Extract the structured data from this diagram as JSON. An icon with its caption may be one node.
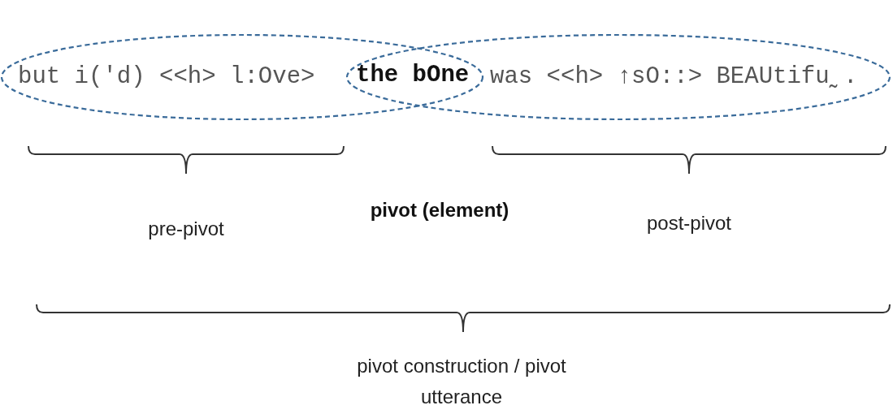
{
  "diagram": {
    "nodes": [
      {
        "text": [
          "but i('d) <<h> l:Ove>"
        ]
      },
      {
        "text": [
          "was <<h> ↑sO::> BEAUtifu˷."
        ]
      }
    ],
    "edges": [],
    "labels": [
      "the bOne",
      "pre-pivot",
      "pivot (element)",
      "post-pivot",
      "pivot construction / pivot utterance"
    ]
  }
}
